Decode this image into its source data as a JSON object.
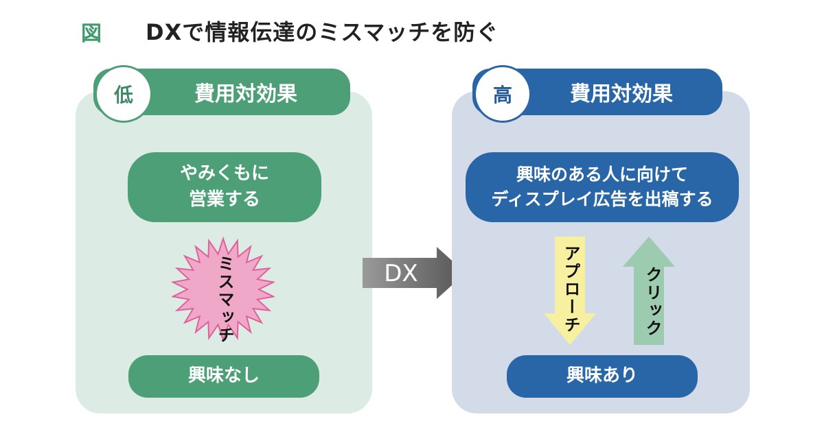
{
  "figure": {
    "label": "図",
    "title": "DXで情報伝達のミスマッチを防ぐ"
  },
  "left": {
    "level": "低",
    "heading": "費用対効果",
    "action_lines": [
      "やみくもに",
      "営業する"
    ],
    "burst_label": "ミスマッチ",
    "result": "興味なし"
  },
  "transition": {
    "label": "DX"
  },
  "right": {
    "level": "高",
    "heading": "費用対効果",
    "action_lines": [
      "興味のある人に向けて",
      "ディスプレイ広告を出稿する"
    ],
    "down_arrow_label": "アプローチ",
    "up_arrow_label": "クリック",
    "result": "興味あり"
  },
  "colors": {
    "green": "#4d9f78",
    "green_panel": "#dcebe3",
    "blue": "#2866a8",
    "blue_panel": "#d3dbe9",
    "burst_pink": "#f0a8c8",
    "burst_stroke": "#e0609a",
    "approach_arrow": "#f7f0a0",
    "click_arrow": "#9ccbb0",
    "dx_arrow": "#666666"
  }
}
